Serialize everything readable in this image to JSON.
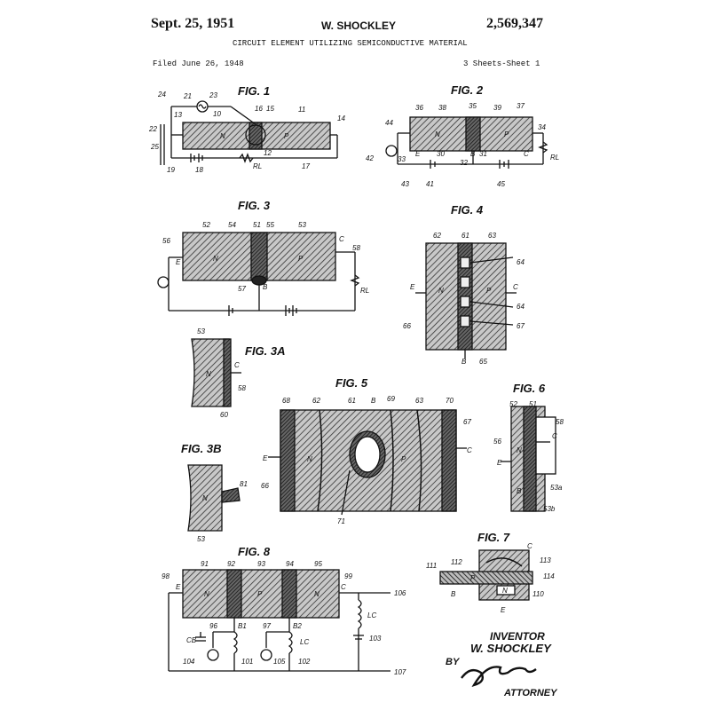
{
  "header": {
    "date": "Sept. 25, 1951",
    "inventor": "W. SHOCKLEY",
    "patent_no": "2,569,347",
    "title": "CIRCUIT ELEMENT UTILIZING SEMICONDUCTIVE MATERIAL",
    "filed": "Filed June 26, 1948",
    "sheets": "3 Sheets-Sheet 1"
  },
  "figures": {
    "fig1": {
      "title": "FIG. 1",
      "labels": [
        "24",
        "21",
        "23",
        "13",
        "10",
        "16",
        "15",
        "11",
        "14",
        "22",
        "25",
        "19",
        "18",
        "12",
        "RL",
        "17",
        "N",
        "P"
      ]
    },
    "fig2": {
      "title": "FIG. 2",
      "labels": [
        "36",
        "38",
        "35",
        "39",
        "37",
        "44",
        "34",
        "42",
        "33",
        "30",
        "32",
        "31",
        "43",
        "41",
        "45",
        "RL",
        "E",
        "B",
        "C",
        "N",
        "P"
      ]
    },
    "fig3": {
      "title": "FIG. 3",
      "labels": [
        "52",
        "54",
        "51",
        "55",
        "53",
        "56",
        "58",
        "E",
        "C",
        "N",
        "P",
        "RL",
        "57",
        "B"
      ]
    },
    "fig3a": {
      "title": "FIG. 3A",
      "labels": [
        "53",
        "C",
        "58",
        "60",
        "N"
      ]
    },
    "fig3b": {
      "title": "FIG. 3B",
      "labels": [
        "81",
        "N",
        "53"
      ]
    },
    "fig4": {
      "title": "FIG. 4",
      "labels": [
        "62",
        "61",
        "63",
        "64",
        "E",
        "C",
        "66",
        "67",
        "64",
        "B",
        "65",
        "N",
        "P"
      ]
    },
    "fig5": {
      "title": "FIG. 5",
      "labels": [
        "68",
        "62",
        "61",
        "B",
        "69",
        "63",
        "70",
        "67",
        "E",
        "C",
        "66",
        "71",
        "N",
        "P"
      ]
    },
    "fig6": {
      "title": "FIG. 6",
      "labels": [
        "52",
        "51",
        "58",
        "56",
        "C",
        "E",
        "B",
        "53a",
        "53b",
        "N"
      ]
    },
    "fig7": {
      "title": "FIG. 7",
      "labels": [
        "C",
        "111",
        "112",
        "113",
        "114",
        "B",
        "E",
        "110",
        "P",
        "N"
      ]
    },
    "fig8": {
      "title": "FIG. 8",
      "labels": [
        "98",
        "91",
        "92",
        "93",
        "94",
        "95",
        "99",
        "E",
        "C",
        "106",
        "LC",
        "B1",
        "B2",
        "96",
        "97",
        "CB",
        "LC",
        "103",
        "104",
        "101",
        "105",
        "102",
        "107",
        "N",
        "P"
      ]
    }
  },
  "footer": {
    "inventor_label": "INVENTOR",
    "inventor_name": "W. SHOCKLEY",
    "by": "BY",
    "attorney": "ATTORNEY"
  }
}
